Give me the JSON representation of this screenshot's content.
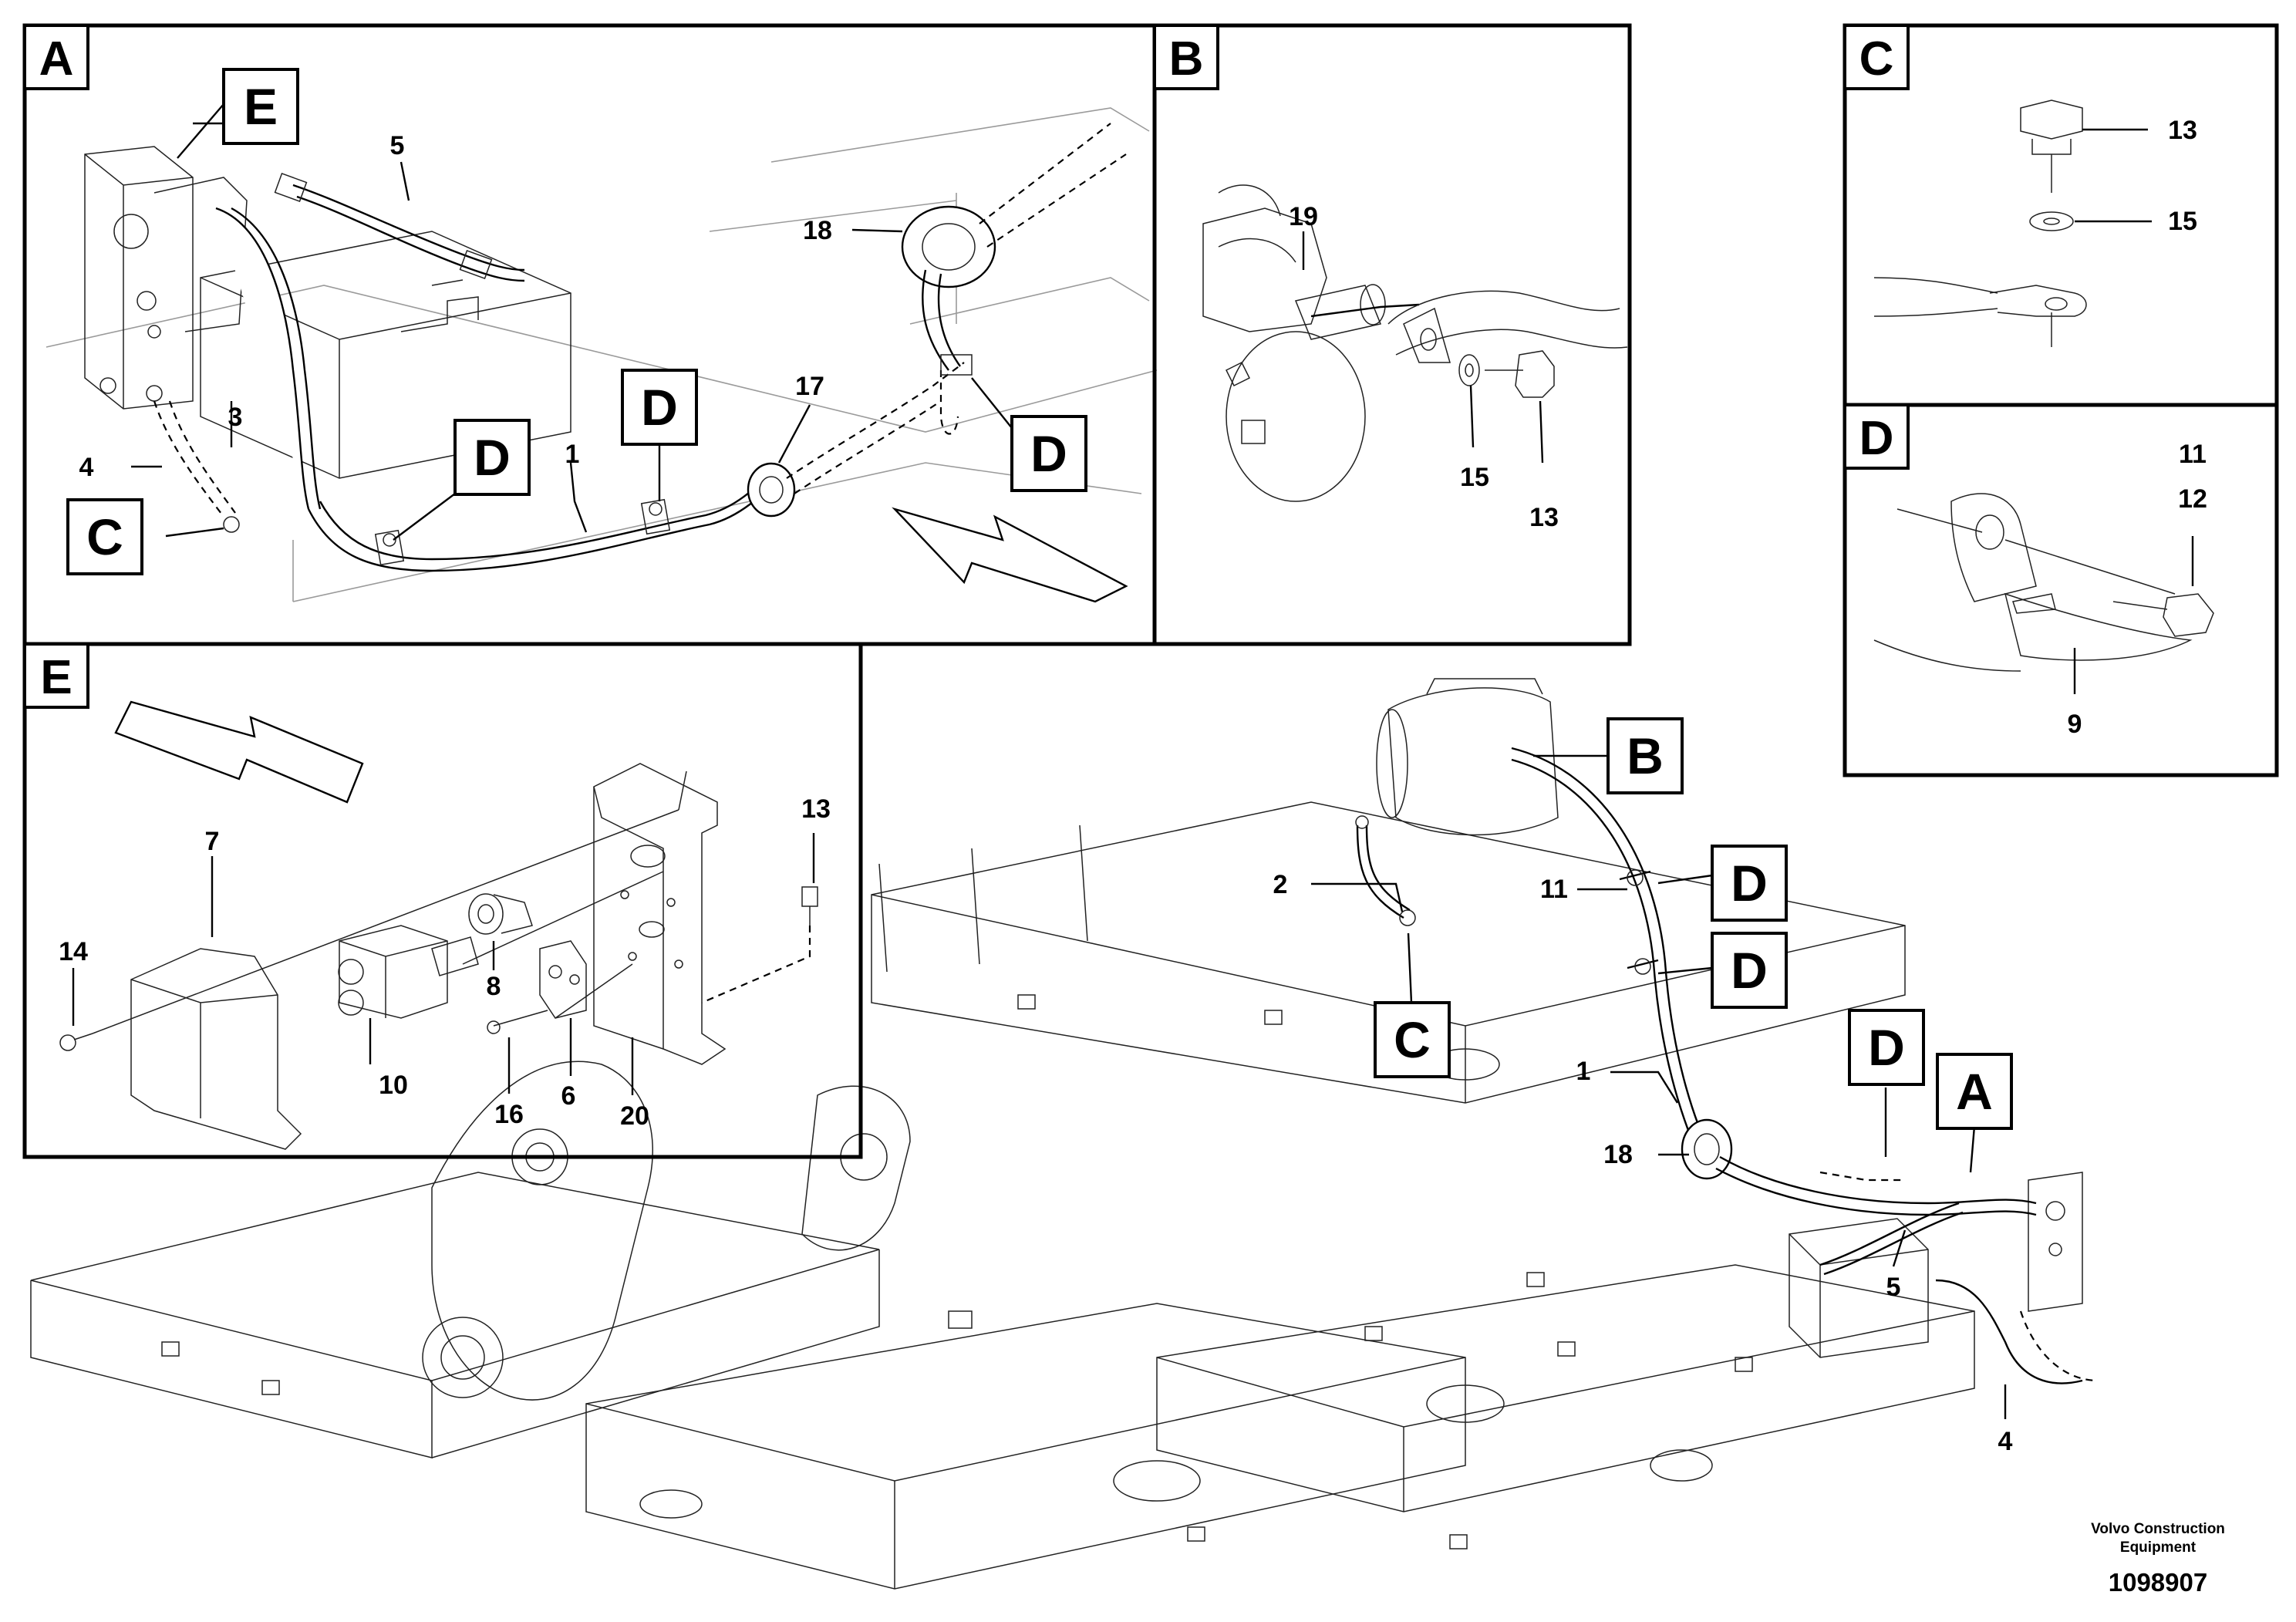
{
  "panels": {
    "A": "A",
    "B": "B",
    "C": "C",
    "D": "D",
    "E": "E"
  },
  "callouts": {
    "B": "B",
    "C": "C",
    "D": "D",
    "E": "E",
    "A": "A"
  },
  "part_numbers": {
    "p1": "1",
    "p2": "2",
    "p3": "3",
    "p4": "4",
    "p5": "5",
    "p6": "6",
    "p7": "7",
    "p8": "8",
    "p9": "9",
    "p10": "10",
    "p11": "11",
    "p12": "12",
    "p13": "13",
    "p14": "14",
    "p15": "15",
    "p16": "16",
    "p17": "17",
    "p18": "18",
    "p19": "19",
    "p20": "20"
  },
  "footer": {
    "company_line1": "Volvo Construction",
    "company_line2": "Equipment",
    "drawing_number": "1098907"
  }
}
